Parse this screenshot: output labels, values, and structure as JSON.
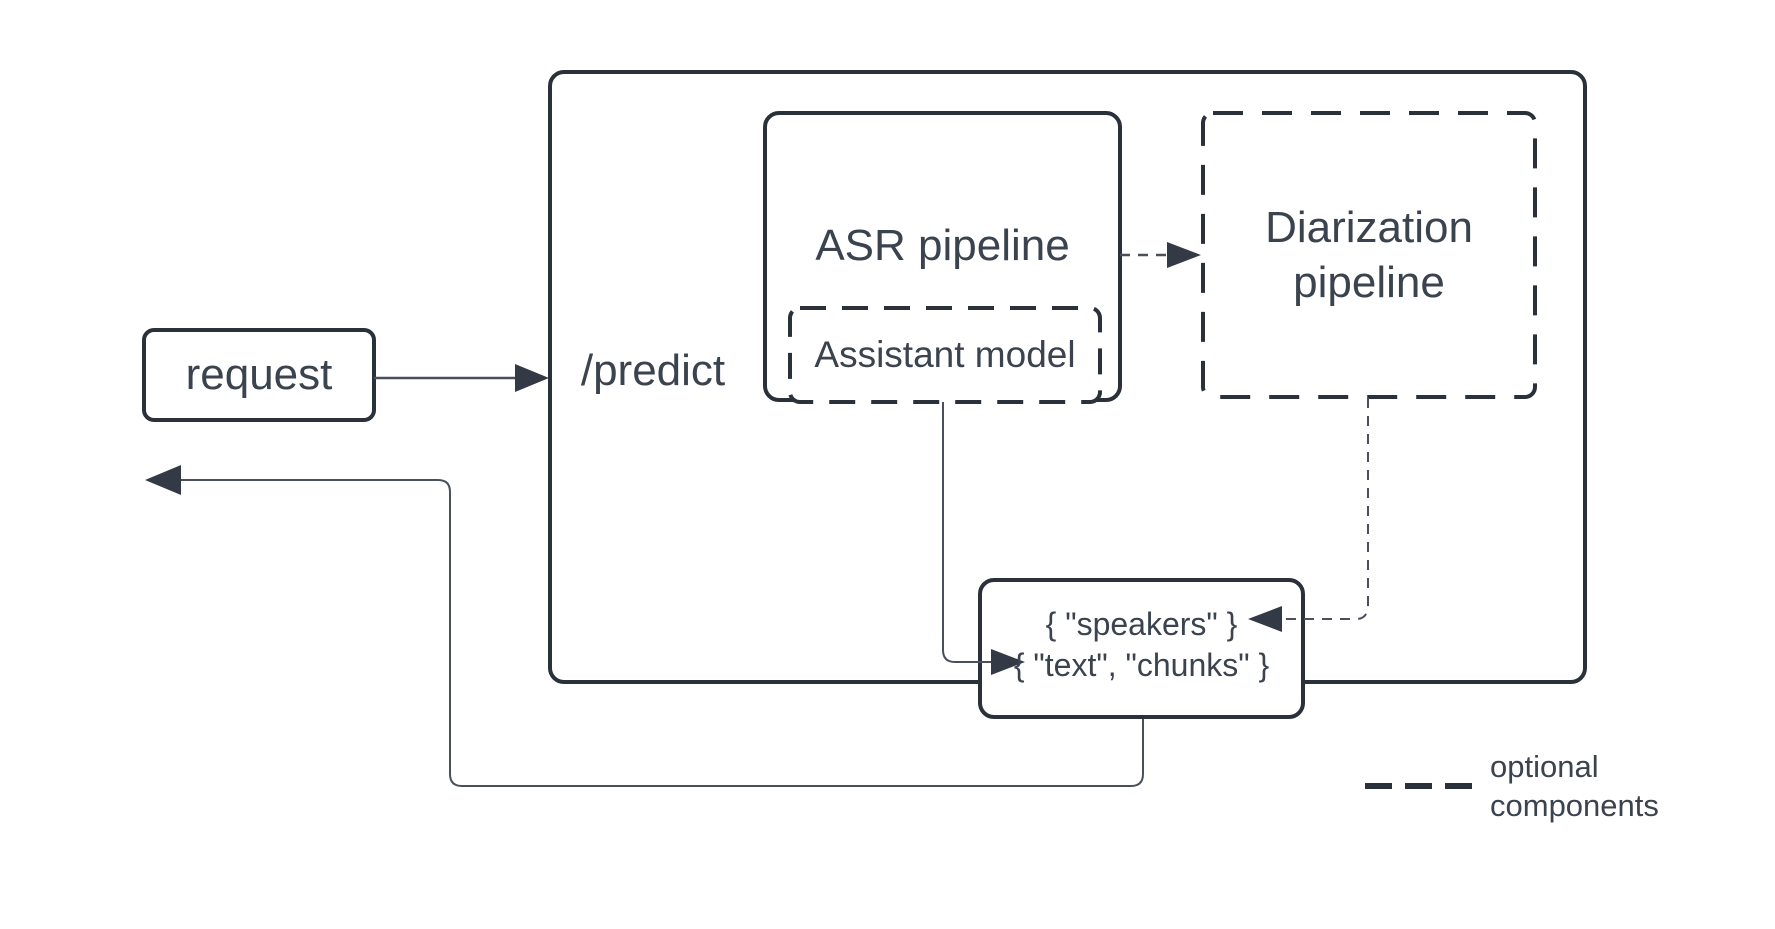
{
  "colors": {
    "stroke": "#2a313b",
    "text": "#3b434f",
    "connector": "#49505c",
    "background": "#ffffff"
  },
  "nodes": {
    "request": {
      "label": "request"
    },
    "predict": {
      "label": "/predict"
    },
    "asr_pipeline": {
      "label": "ASR pipeline"
    },
    "assistant_model": {
      "label": "Assistant model"
    },
    "diarization_pipeline": {
      "label": "Diarization pipeline"
    },
    "response": {
      "line1": "{ \"speakers\" }",
      "line2": "{ \"text\", \"chunks\" }"
    }
  },
  "legend": {
    "label": "optional components"
  },
  "edges": [
    {
      "from": "request",
      "to": "predict",
      "style": "solid"
    },
    {
      "from": "asr_pipeline",
      "to": "diarization_pipeline",
      "style": "dashed"
    },
    {
      "from": "assistant_model",
      "to": "response.line2",
      "style": "solid"
    },
    {
      "from": "diarization_pipeline",
      "to": "response.line1",
      "style": "dashed"
    },
    {
      "from": "response",
      "to": "request",
      "style": "solid"
    }
  ]
}
